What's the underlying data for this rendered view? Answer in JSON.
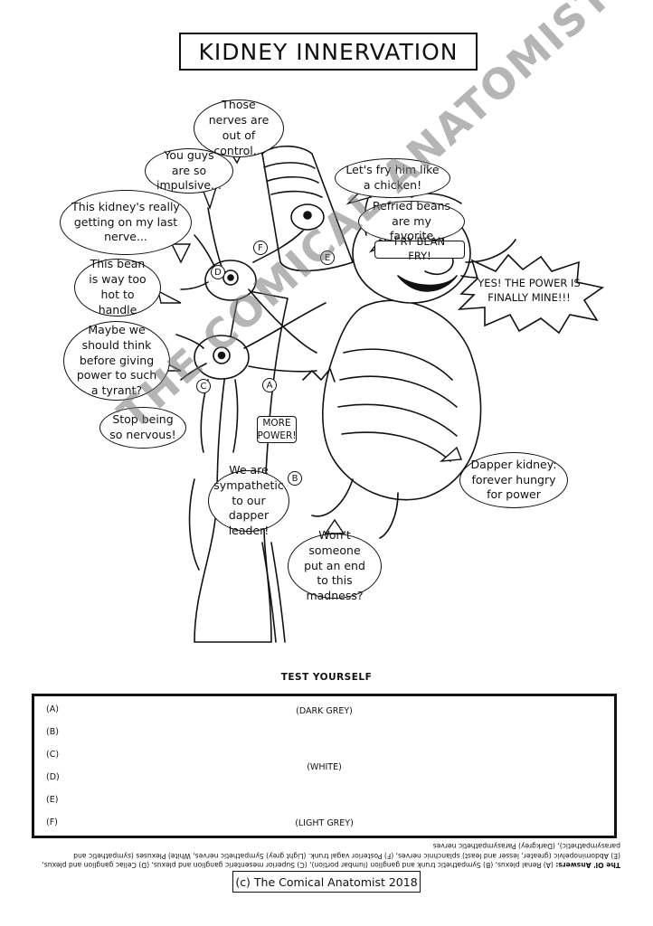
{
  "title": "KIDNEY INNERVATION",
  "bubbles": {
    "out_of_control": "Those nerves are out of control...",
    "impulsive": "You guys are so impulsive...",
    "fry_chicken": "Let's fry him like a chicken!",
    "refried": "Refried beans are my favorite",
    "fry_bean": "FRY BEAN FRY!",
    "last_nerve": "This kidney's really getting on my last nerve...",
    "power_mine": "YES! THE POWER IS FINALLY MINE!!!",
    "too_hot": "This bean is way too hot to handle",
    "tyrant": "Maybe we should think before giving power to such a tyrant?",
    "nervous": "Stop being so nervous!",
    "more_power": "MORE POWER!",
    "dapper": "Dapper kidney: forever hungry for power",
    "sympathetic": "We are sympathetic to our dapper leader!",
    "madness": "Won't someone put an end to this madness?"
  },
  "labels": {
    "a": "A",
    "b": "B",
    "c": "C",
    "d": "D",
    "e": "E",
    "f": "F"
  },
  "watermark": "THE COMICAL ANATOMIST",
  "test": {
    "heading": "TEST YOURSELF",
    "rows": [
      "(A)",
      "(B)",
      "(C)",
      "(D)",
      "(E)",
      "(F)"
    ],
    "hints": [
      "(DARK GREY)",
      "(WHITE)",
      "(LIGHT GREY)"
    ]
  },
  "answers": {
    "lead": "The Ol' Answers:",
    "text": " (A) Renal plexus, (B) Sympathetic trunk and ganglion (lumbar portion), (C) Superior mesenteric ganglion and plexus, (D) Celiac ganglion and plexus, (E) Abdominopelvic (greater, lesser and least) splanchnic nerves, (F) Posterior vagal trunk. (Light grey) Sympathetic nerves, White) Plexuses (sympathetic and parasympathetic), (Darkgrey) Parasympathetic nerves"
  },
  "copyright": "(c) The Comical Anatomist 2018",
  "colors": {
    "ink": "#111111",
    "paper": "#ffffff",
    "watermark": "#8c8c8c"
  }
}
